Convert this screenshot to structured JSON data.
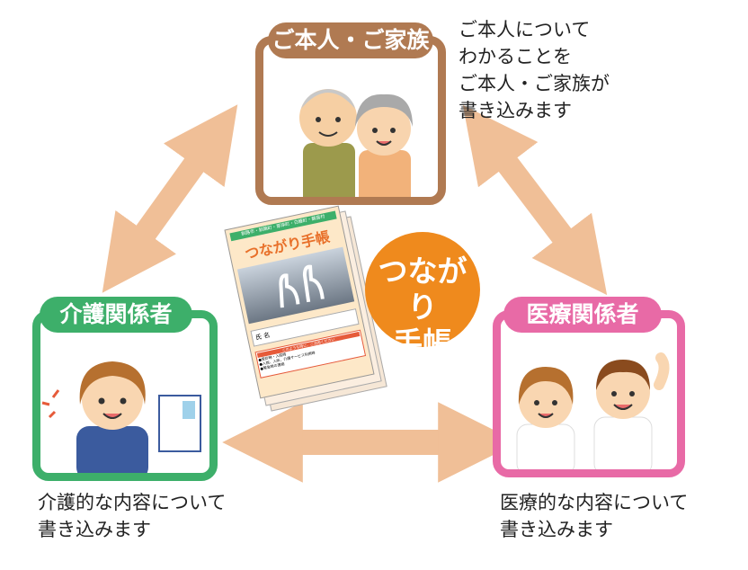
{
  "colors": {
    "family": "#b07a52",
    "care": "#3daf6a",
    "medical": "#e86aa6",
    "arrow": "#f0bf97",
    "center": "#ef8a1d"
  },
  "family": {
    "label": "ご本人・ご家族",
    "desc_lines": [
      "ご本人について",
      "わかることを",
      "ご本人・ご家族が",
      "書き込みます"
    ]
  },
  "care": {
    "label": "介護関係者",
    "desc_lines": [
      "介護的な内容について",
      "書き込みます"
    ]
  },
  "medical": {
    "label": "医療関係者",
    "desc_lines": [
      "医療的な内容について",
      "書き込みます"
    ]
  },
  "center": {
    "line1": "つながり",
    "line2": "手帳"
  },
  "notebook": {
    "banner": "釧路市・釧路町・厚岸町・白糠町・鶴居村",
    "title": "つながり手帳",
    "name_label": "氏 名",
    "sticker_title": "このような時に、ご活用ください",
    "sticker_lines": [
      "●受診時・入院時",
      "●入院、入所、介護サービス利用時",
      "●緊急時の連絡"
    ]
  },
  "icons": [
    "double-arrow-icon"
  ]
}
